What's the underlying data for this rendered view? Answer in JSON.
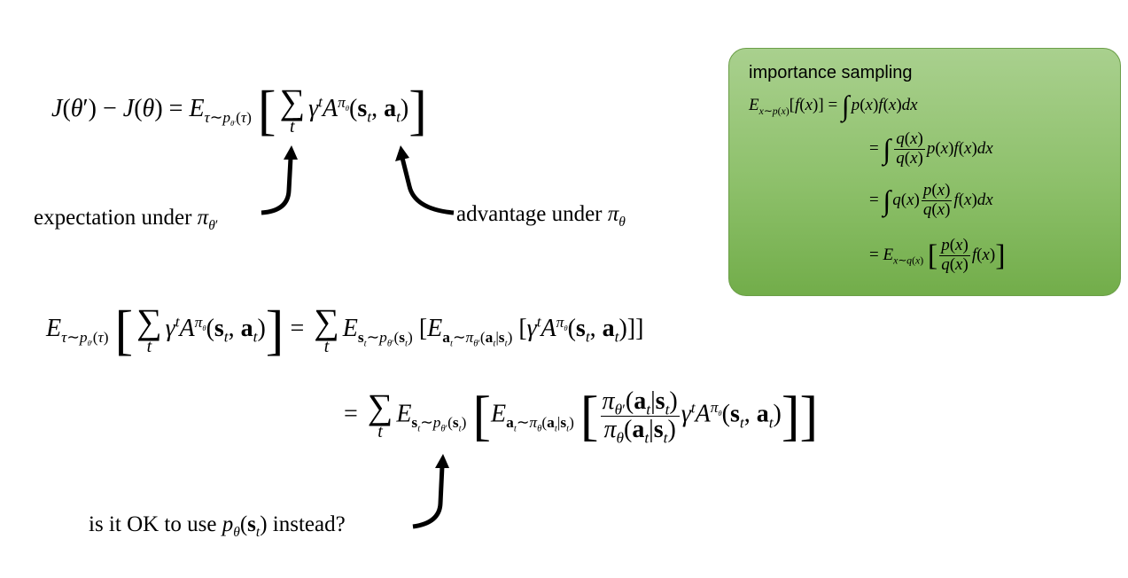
{
  "labels": {
    "expectation": "expectation under",
    "advantage": "advantage under",
    "question": "is it OK to use",
    "question_tail": "instead?"
  },
  "box": {
    "title": "importance sampling"
  },
  "colors": {
    "box_fill": "#8dc06a",
    "arrow": "#000000"
  },
  "icons": [
    "curved-arrow-icon",
    "curved-arrow-icon",
    "curved-arrow-icon"
  ]
}
